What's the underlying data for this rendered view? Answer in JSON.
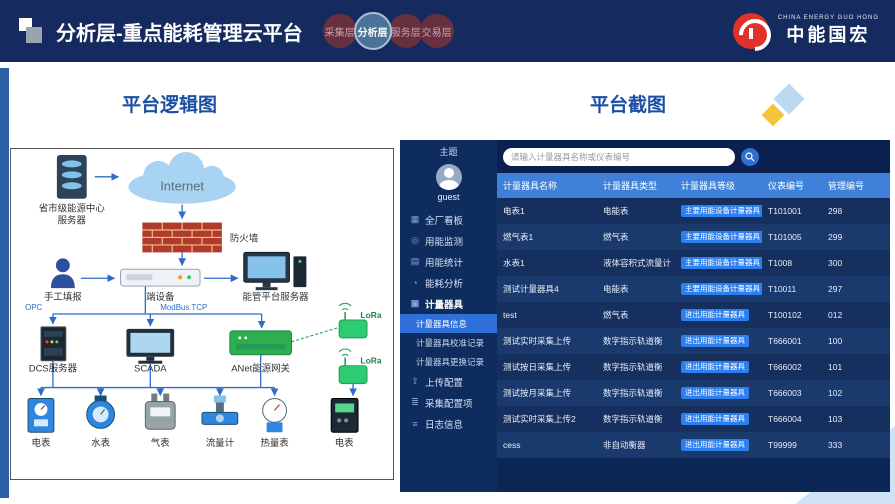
{
  "header": {
    "title": "分析层-重点能耗管理云平台",
    "layers": [
      {
        "label": "采集层",
        "active": false
      },
      {
        "label": "分析层",
        "active": true
      },
      {
        "label": "服务层",
        "active": false
      },
      {
        "label": "交易层",
        "active": false
      }
    ],
    "brand": {
      "tagline": "CHINA ENERGY GUO HONG",
      "name": "中能国宏"
    }
  },
  "sections": {
    "left_title": "平台逻辑图",
    "right_title": "平台截图"
  },
  "diagram": {
    "center_server_line1": "省市级能源中心",
    "center_server_line2": "服务器",
    "internet": "Internet",
    "firewall": "防火墙",
    "manual_entry": "手工填报",
    "edge_device": "端设备",
    "platform_server": "能管平台服务器",
    "protocol_opc": "OPC",
    "protocol_modbus": "ModBus TCP",
    "protocol_lora_1": "LoRa",
    "protocol_lora_2": "LoRa",
    "dcs_server": "DCS服务器",
    "scada": "SCADA",
    "gateway": "ANet能源网关",
    "meters": [
      "电表",
      "水表",
      "气表",
      "流量计",
      "热量表",
      "电表"
    ]
  },
  "app": {
    "theme_label": "主题",
    "user_name": "guest",
    "search_placeholder": "请输入计量器具名称或仪表编号",
    "menu": [
      {
        "label": "全厂看板"
      },
      {
        "label": "用能监测"
      },
      {
        "label": "用能统计"
      },
      {
        "label": "能耗分析"
      },
      {
        "label": "计量器具",
        "children": [
          {
            "label": "计量器具信息",
            "active": true
          },
          {
            "label": "计量器具校准记录"
          },
          {
            "label": "计量器具更换记录"
          }
        ]
      },
      {
        "label": "上传配置"
      },
      {
        "label": "采集配置项"
      },
      {
        "label": "日志信息"
      }
    ],
    "table": {
      "columns": [
        "计量器具名称",
        "计量器具类型",
        "计量器具等级",
        "仪表编号",
        "管理编号"
      ],
      "rows": [
        {
          "name": "电表1",
          "type": "电能表",
          "grade": "主要用能设备计量器具",
          "meter_no": "T101001",
          "mgmt_no": "298"
        },
        {
          "name": "燃气表1",
          "type": "燃气表",
          "grade": "主要用能设备计量器具",
          "meter_no": "T101005",
          "mgmt_no": "299"
        },
        {
          "name": "水表1",
          "type": "液体容积式流量计",
          "grade": "主要用能设备计量器具",
          "meter_no": "T1008",
          "mgmt_no": "300"
        },
        {
          "name": "测试计量器具4",
          "type": "电能表",
          "grade": "主要用能设备计量器具",
          "meter_no": "T10011",
          "mgmt_no": "297"
        },
        {
          "name": "test",
          "type": "燃气表",
          "grade": "进出用能计量器具",
          "meter_no": "T100102",
          "mgmt_no": "012"
        },
        {
          "name": "测试实时采集上传",
          "type": "数字指示轨道衡",
          "grade": "进出用能计量器具",
          "meter_no": "T666001",
          "mgmt_no": "100"
        },
        {
          "name": "测试按日采集上传",
          "type": "数字指示轨道衡",
          "grade": "进出用能计量器具",
          "meter_no": "T666002",
          "mgmt_no": "101"
        },
        {
          "name": "测试按月采集上传",
          "type": "数字指示轨道衡",
          "grade": "进出用能计量器具",
          "meter_no": "T666003",
          "mgmt_no": "102"
        },
        {
          "name": "测试实时采集上传2",
          "type": "数字指示轨道衡",
          "grade": "进出用能计量器具",
          "meter_no": "T666004",
          "mgmt_no": "103"
        },
        {
          "name": "cess",
          "type": "非自动衡器",
          "grade": "进出用能计量器具",
          "meter_no": "T99999",
          "mgmt_no": "333"
        }
      ]
    }
  },
  "colors": {
    "header_bg": "#152a5e",
    "section_title_blue": "#1c4fa2",
    "brand_red": "#e03228",
    "table_header_blue": "#3f81d8",
    "badge_blue": "#2d7ff0",
    "active_menu_blue": "#2f6fd8",
    "lora_green": "#27ae60"
  }
}
